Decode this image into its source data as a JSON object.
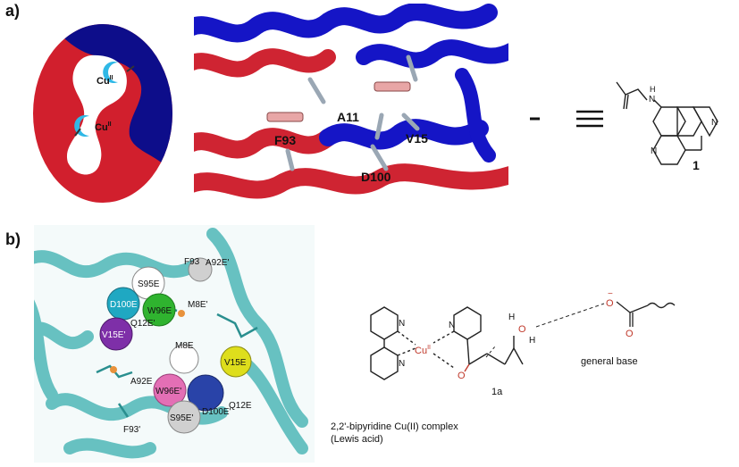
{
  "panels": {
    "a": "a)",
    "b": "b)"
  },
  "schematic": {
    "cu_top": "Cu",
    "cu_bottom": "Cu",
    "ox": "II"
  },
  "structure_a": {
    "residues": [
      "F93",
      "A11",
      "V15",
      "D100"
    ],
    "colors": {
      "chain1": "#cf2432",
      "chain2": "#1515c6",
      "side": "#9aa7b4",
      "ligand": "#e8a6a6"
    }
  },
  "ligand_key": {
    "compound_number": "1",
    "n1": "N",
    "n2": "N",
    "n3": "N",
    "h": "H"
  },
  "structure_b": {
    "residues": [
      {
        "label": "S95E",
        "color": "#ffffff"
      },
      {
        "label": "A92E'",
        "color": "#d0d0d0"
      },
      {
        "label": "F93",
        "color": "#ffffff"
      },
      {
        "label": "D100E",
        "color": "#1fa8c2"
      },
      {
        "label": "W96E",
        "color": "#2fb32f"
      },
      {
        "label": "M8E'",
        "color": "#ffffff"
      },
      {
        "label": "V15E'",
        "color": "#7e2fa8"
      },
      {
        "label": "Q12E'",
        "color": "#ffffff"
      },
      {
        "label": "M8E",
        "color": "#ffffff"
      },
      {
        "label": "V15E",
        "color": "#dede1c"
      },
      {
        "label": "A92E",
        "color": "#ffffff"
      },
      {
        "label": "W96E'",
        "color": "#e36fb5"
      },
      {
        "label": "D100E'",
        "color": "#2943a8"
      },
      {
        "label": "Q12E",
        "color": "#ffffff"
      },
      {
        "label": "S95E'",
        "color": "#d0d0d0"
      },
      {
        "label": "F93'",
        "color": "#ffffff"
      }
    ]
  },
  "mechanism": {
    "cu": "Cu",
    "cu_ox": "II",
    "n_top": "N",
    "n_bottom": "N",
    "n_right": "N",
    "o_carbonyl": "O",
    "o_water": "O",
    "h_top": "H",
    "h_bottom": "H",
    "o_base": "O",
    "minus": "−",
    "substrate_label": "1a",
    "base_label": "general base",
    "complex_label_1": "2,2'-bipyridine Cu(II) complex",
    "complex_label_2": "(Lewis acid)",
    "accent": "#c0392b"
  }
}
